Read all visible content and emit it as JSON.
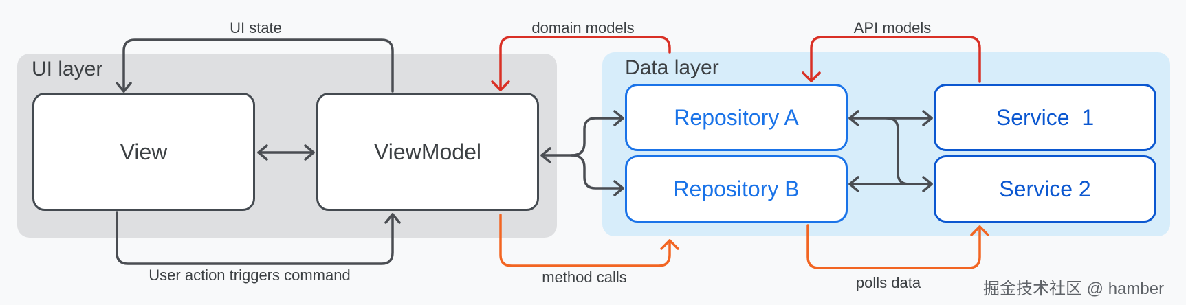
{
  "layers": {
    "ui": "UI layer",
    "data": "Data layer"
  },
  "nodes": {
    "view": "View",
    "viewmodel": "ViewModel",
    "repository_a": "Repository A",
    "repository_b": "Repository B",
    "service_1": "Service  1",
    "service_2": "Service 2"
  },
  "edges": {
    "ui_state": "UI state",
    "domain_models": "domain models",
    "api_models": "API models",
    "user_action": "User action triggers command",
    "method_calls": "method calls",
    "polls_data": "polls data"
  },
  "colors": {
    "ui_layer_bg": "#dedfe1",
    "data_layer_bg": "#d7edfa",
    "repository_accent": "#1a73e8",
    "service_accent": "#0b57d0",
    "domain_models_arrow": "#d93025",
    "method_calls_arrow": "#f26522"
  },
  "watermark": "掘金技术社区 @ hamber"
}
